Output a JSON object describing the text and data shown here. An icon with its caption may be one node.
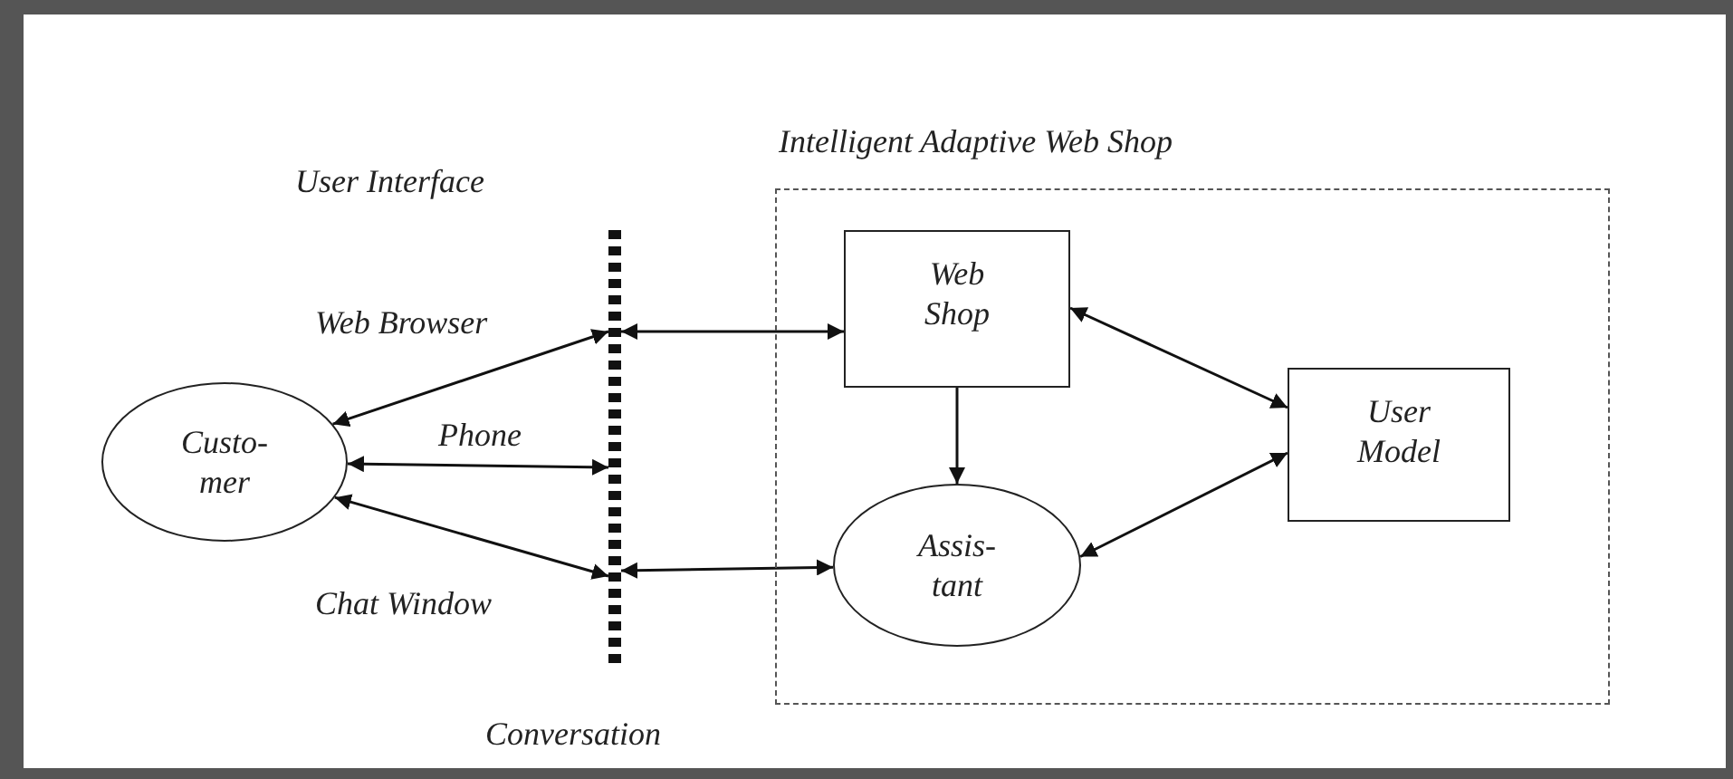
{
  "diagram": {
    "nodes": [
      {
        "text": [
          "Custo- mer"
        ]
      },
      {
        "text": [],
        "shape": "bar"
      },
      {
        "text": [
          "Intelligent Adaptive Web Shop"
        ]
      },
      {
        "text": [
          "Web Shop"
        ],
        "in": 2
      },
      {
        "text": [
          "Assis- tant"
        ],
        "in": 2
      },
      {
        "text": [
          "User Model"
        ],
        "in": 2
      }
    ],
    "edges": [
      {
        "from": 0,
        "to": 1,
        "arrow": "both",
        "label": "Web Browser"
      },
      {
        "from": 0,
        "to": 1,
        "arrow": "both",
        "label": "Phone"
      },
      {
        "from": 0,
        "to": 1,
        "arrow": "both",
        "label": "Chat Window"
      },
      {
        "from": 1,
        "to": 3,
        "arrow": "both"
      },
      {
        "from": 1,
        "to": 4,
        "arrow": "both"
      },
      {
        "from": 3,
        "to": 4,
        "arrow": "to"
      },
      {
        "from": 3,
        "to": 5,
        "arrow": "both"
      },
      {
        "from": 4,
        "to": 5,
        "arrow": "both"
      }
    ],
    "labels": [
      "User Interface",
      "Conversation"
    ]
  }
}
